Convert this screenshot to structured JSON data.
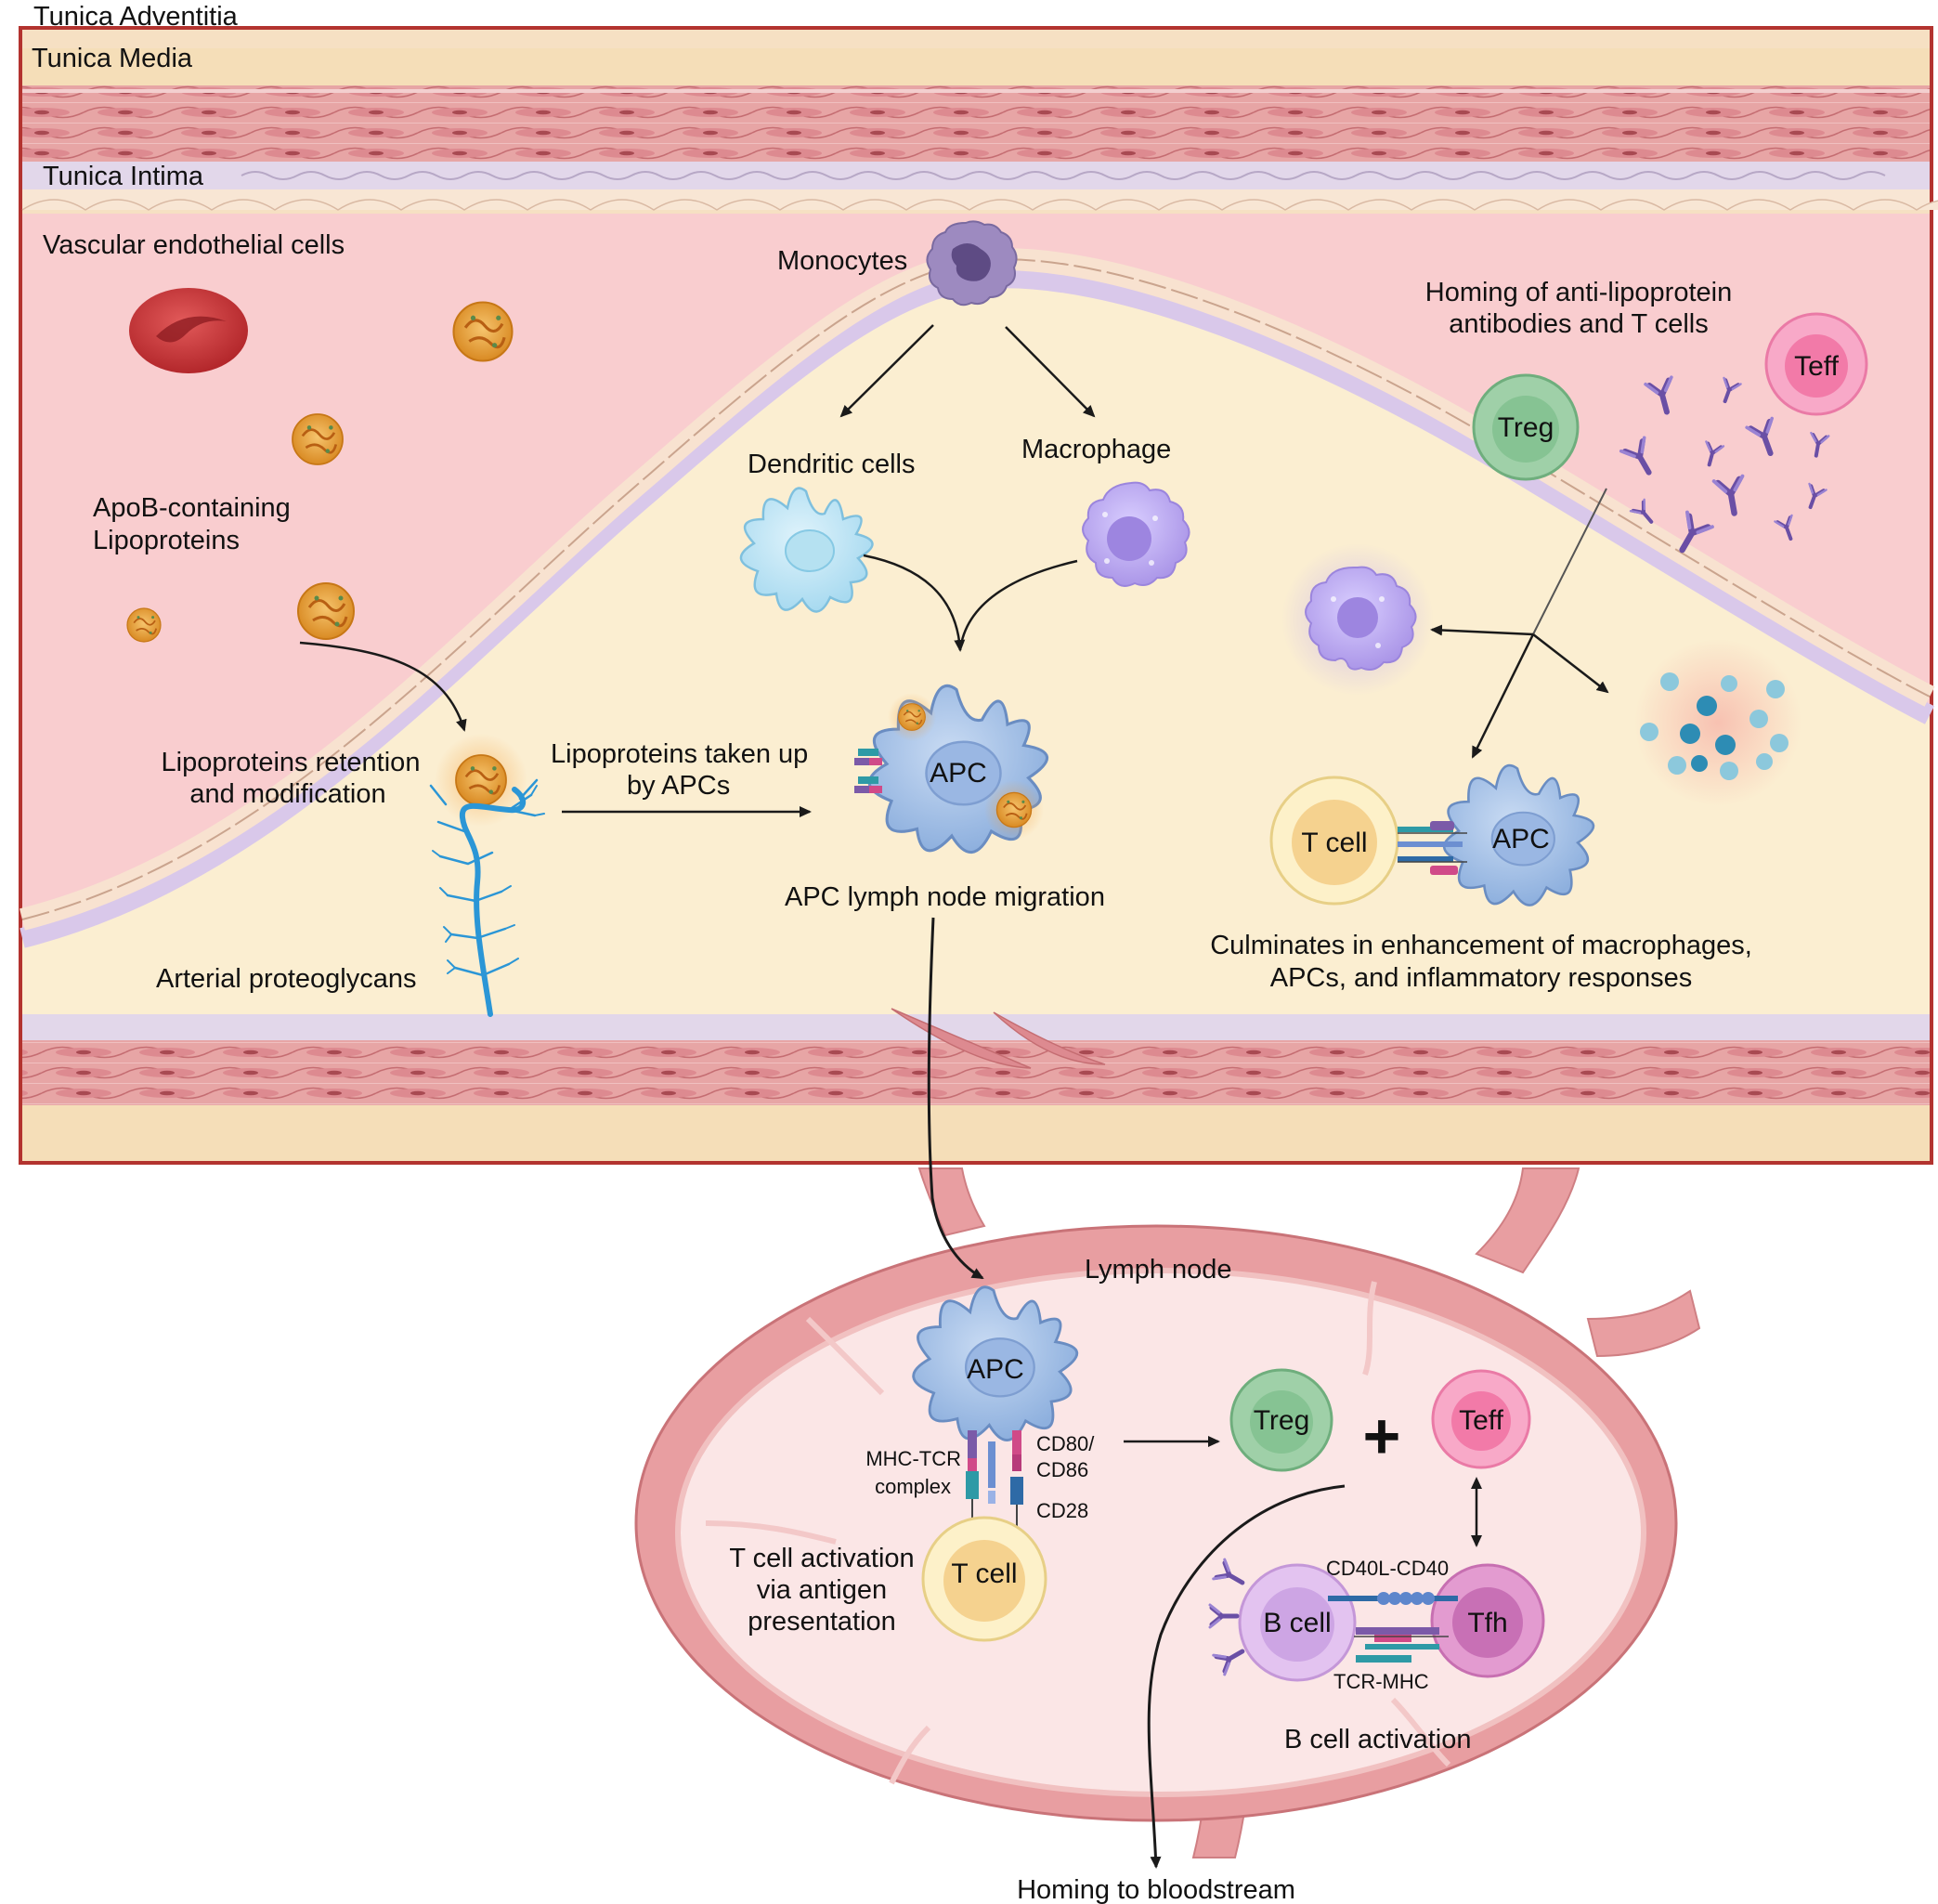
{
  "layers": {
    "adventitia": "Tunica Adventitia",
    "media": "Tunica Media",
    "intima": "Tunica Intima"
  },
  "vessel": {
    "endothelial_label": "Vascular endothelial cells",
    "lipoproteins_label": [
      "ApoB-containing",
      "Lipoproteins"
    ],
    "retention_label": [
      "Lipoproteins retention",
      "and modification"
    ],
    "proteoglycans_label": "Arterial proteoglycans",
    "uptake_label": [
      "Lipoproteins taken up",
      "by APCs"
    ],
    "monocytes_label": "Monocytes",
    "dendritic_label": "Dendritic cells",
    "macrophage_label": "Macrophage",
    "apc_label": "APC",
    "migration_label": "APC lymph node migration",
    "homing_label": [
      "Homing of anti-lipoprotein",
      "antibodies and T cells"
    ],
    "treg_label": "Treg",
    "teff_label": "Teff",
    "tcell_label": "T cell",
    "apc2_label": "APC",
    "culminates_label": [
      "Culminates in enhancement of macrophages,",
      "APCs, and inflammatory responses"
    ]
  },
  "lymph_node": {
    "title": "Lymph node",
    "apc_label": "APC",
    "mhc_tcr_label": [
      "MHC-TCR",
      "complex"
    ],
    "cd80_label": [
      "CD80/",
      "CD86"
    ],
    "cd28_label": "CD28",
    "tcell_label": "T cell",
    "activation_label": [
      "T cell activation",
      "via antigen",
      "presentation"
    ],
    "treg_label": "Treg",
    "plus_sign": "+",
    "teff_label": "Teff",
    "cd40_label": "CD40L-CD40",
    "bcell_label": "B cell",
    "tfh_label": "Tfh",
    "tcr_mhc_label": "TCR-MHC",
    "bcell_activation_label": "B cell activation",
    "bloodstream_label": "Homing to bloodstream"
  },
  "colors": {
    "vessel_lumen": "#f9cdcf",
    "plaque": "#fbeed1",
    "media_band": "#f4e2c2",
    "smooth_muscle": "#de8d92",
    "intima_band": "#e5d9ec",
    "frame_border": "#b3332f",
    "lymph_outer": "#e59b9e",
    "lymph_inner": "#fbe6e6",
    "apc_blue": "#a9c3e6",
    "treg_green": "#8cc49a",
    "teff_pink": "#f48bb4",
    "tcell_yellow": "#fbe9b0",
    "bcell_purple": "#dcb8ea",
    "tfh_magenta": "#d67fc3",
    "lipoprotein_orange": "#e9a43b",
    "macrophage_purple": "#b8a6ec"
  }
}
